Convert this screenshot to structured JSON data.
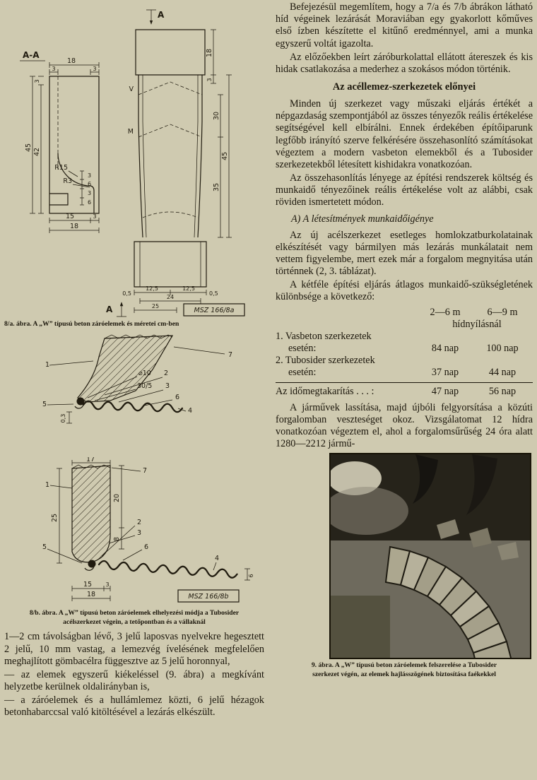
{
  "page": {
    "bg": "#cfcab0",
    "ink": "#1b160b"
  },
  "figures": {
    "fig8a": {
      "caption": "8/a. ábra. A „W” típusú beton záróelemek és méretei cm-ben",
      "section_title": "A-A",
      "arrow_top": "A",
      "arrow_bottom": "A",
      "msz": "MSZ 166/8a",
      "d": {
        "top18": "18",
        "t3l": "3",
        "t3r": "3",
        "l3": "3",
        "l45": "45",
        "l42": "42",
        "R15": "R15",
        "R3": "R3",
        "s3a": "3",
        "s6a": "6",
        "s3b": "3",
        "s6b": "6",
        "b15": "15",
        "b3": "3",
        "b18": "18"
      },
      "e": {
        "v": "V",
        "m": "M",
        "r18": "18",
        "r3": "3",
        "r30": "30",
        "r35": "35",
        "r45": "45",
        "b125a": "12,5",
        "b125b": "12,5",
        "b05a": "0,5",
        "b05b": "0,5",
        "b24": "24",
        "b25": "25"
      }
    },
    "fig8btop": {
      "l": {
        "n7": "7",
        "n1": "1",
        "d10": "⌀10",
        "n2": "2",
        "bar": "30/5",
        "n3": "3",
        "n6": "6",
        "n5": "5",
        "n4": "4",
        "t03": "0,3"
      }
    },
    "fig8bbot": {
      "msz": "MSZ 166/8b",
      "l": {
        "d17": "17",
        "n7": "7",
        "n1": "1",
        "d25": "25",
        "d20": "20",
        "d8": "8",
        "n2": "2",
        "n3": "3",
        "n6": "6",
        "n5": "5",
        "n4": "4",
        "b15": "15",
        "b3": "3",
        "b18": "18",
        "r6": "6"
      }
    },
    "fig8b": {
      "caption_l1": "8/b. ábra. A „W” típusú beton záróelemek elhelyezési módja a Tubosider",
      "caption_l2": "acélszerkezet végein, a tetőpontban és a vállaknál"
    },
    "fig9": {
      "caption_l1": "9. ábra. A „W” típusú beton záróelemek felszerelése a Tubosider",
      "caption_l2": "szerkezet végén, az elemek hajlásszögének biztosítása faékekkel"
    }
  },
  "left_text": {
    "seg1": "1—2 cm távolságban lévő, 3 jelű laposvas nyelvekre hegesztett 2 jelű, 10 mm vastag, a lemezvég ívelésének megfelelően meghajlított gömbacélra függesztve az 5 jelű horonnyal,",
    "seg2": "— az elemek egyszerű kiékeléssel (9. ábra) a megkívánt helyzetbe kerülnek oldalirányban is,",
    "seg3": "— a záróelemek és a hullámlemez közti, 6 jelű hézagok betonhabarccsal való kitöltésével a lezárás elkészült."
  },
  "right": {
    "p1": "Befejezésül megemlítem, hogy a 7/a és 7/b ábrákon látható híd végeinek lezárását Moraviában egy gyakorlott kőműves első ízben készítette el kitűnő eredménnyel, ami a munka egyszerű voltát igazolta.",
    "p2": "Az előzőekben leírt záróburkolattal ellátott átereszek és kis hidak csatlakozása a mederhez a szokásos módon történik.",
    "heading": "Az acéllemez-szerkezetek előnyei",
    "p3": "Minden új szerkezet vagy műszaki eljárás értékét a népgazdaság szempontjából az összes tényezők reális értékelése segítségével kell elbírálni. Ennek érdekében építőiparunk legfőbb irányító szerve felkérésére összehasonlító számításokat végeztem a modern vasbeton elemekből és a Tubosider szerkezetekből létesített kishidakra vonatkozóan.",
    "p4": "Az összehasonlítás lényege az építési rendszerek költség és munkaidő tényezőinek reális értékelése volt az alábbi, csak röviden ismertetett módon.",
    "subheading": "A) A létesítmények munkaidőigénye",
    "p5": "Az új acélszerkezet esetleges homlokzatburkolatainak elkészítését vagy bármilyen más lezárás munkálatait nem vettem figyelembe, mert ezek már a forgalom megnyitása után történnek (2, 3. táblázat).",
    "p6": "A kétféle építési eljárás átlagos munkaidő-szükségletének különbsége a következő:",
    "table": {
      "span1": "2—6 m",
      "span2": "6—9 m",
      "span_note": "hídnyílásnál",
      "rows": [
        {
          "line1": "1. Vasbeton szerkezetek",
          "line2": "esetén:",
          "v1": "84 nap",
          "v2": "100 nap"
        },
        {
          "line1": "2. Tubosider szerkezetek",
          "line2": "esetén:",
          "v1": "37 nap",
          "v2": "44 nap"
        }
      ],
      "total_label": "Az időmegtakarítás . . . :",
      "total_v1": "47 nap",
      "total_v2": "56 nap"
    },
    "p7": "A járművek lassítása, majd újbóli felgyorsítása a közúti forgalomban veszteséget okoz. Vizsgálatomat 12 hídra vonatkozóan végeztem el, ahol a forgalomsűrűség 24 óra alatt 1280—2212 jármű-"
  }
}
